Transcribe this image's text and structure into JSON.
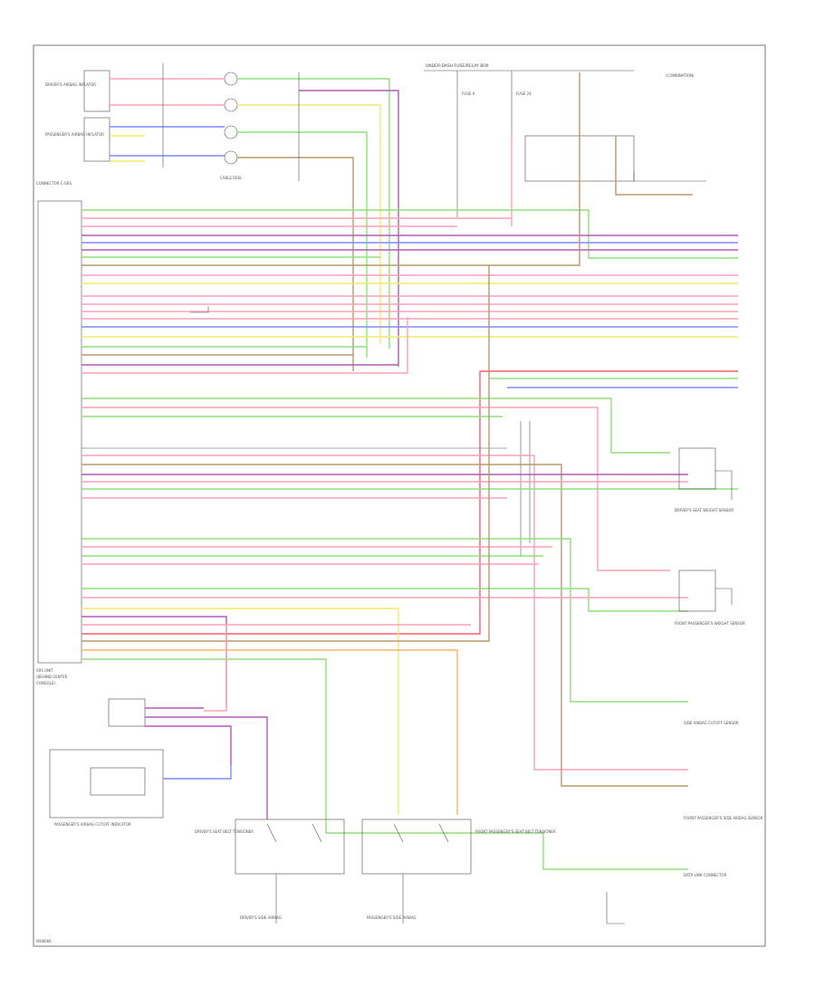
{
  "diagram": {
    "connector_strip_label": "CONNECTOR C-SRS",
    "cm_title": "SRS UNIT",
    "cm_title_2": "(BEHIND CENTER",
    "cm_title_3": "CONSOLE)",
    "top_right_note": "UNDER-DASH FUSE/RELAY BOX",
    "fuse_block_labels": [
      "FUSE 9",
      "FUSE 24"
    ],
    "clockspring_label": "CABLE REEL",
    "left_top_components": [
      "DRIVER'S AIRBAG INFLATOR",
      "PASSENGER'S AIRBAG INFLATOR"
    ],
    "passenger_box_label": "PASSENGER'S AIRBAG CUTOFF INDICATOR",
    "seat_components": [
      "DRIVER'S SEAT BELT TENSIONER",
      "FRONT PASSENGER'S SEAT BELT TENSIONER"
    ],
    "right_side_components": [
      "DRIVER'S SEAT WEIGHT SENSOR",
      "FRONT PASSENGER'S WEIGHT SENSOR",
      "SIDE AIRBAG CUTOFF SENSOR",
      "FRONT PASSENGER'S SIDE AIRBAG SENSOR",
      "DATA LINK CONNECTOR"
    ],
    "bottom_left_labels": [
      "DRIVER'S SIDE AIRBAG",
      "PASSENGER'S SIDE AIRBAG"
    ],
    "footer_code": "W08066",
    "colors": {
      "pink": "#ff9fb8",
      "green": "#8fe07a",
      "yellow": "#f2ea6a",
      "blue": "#7f8cff",
      "purple": "#b05ab8",
      "orange": "#f5b46a",
      "brown": "#b89a6a",
      "red": "#ff5c6c",
      "dark": "#555555"
    }
  }
}
